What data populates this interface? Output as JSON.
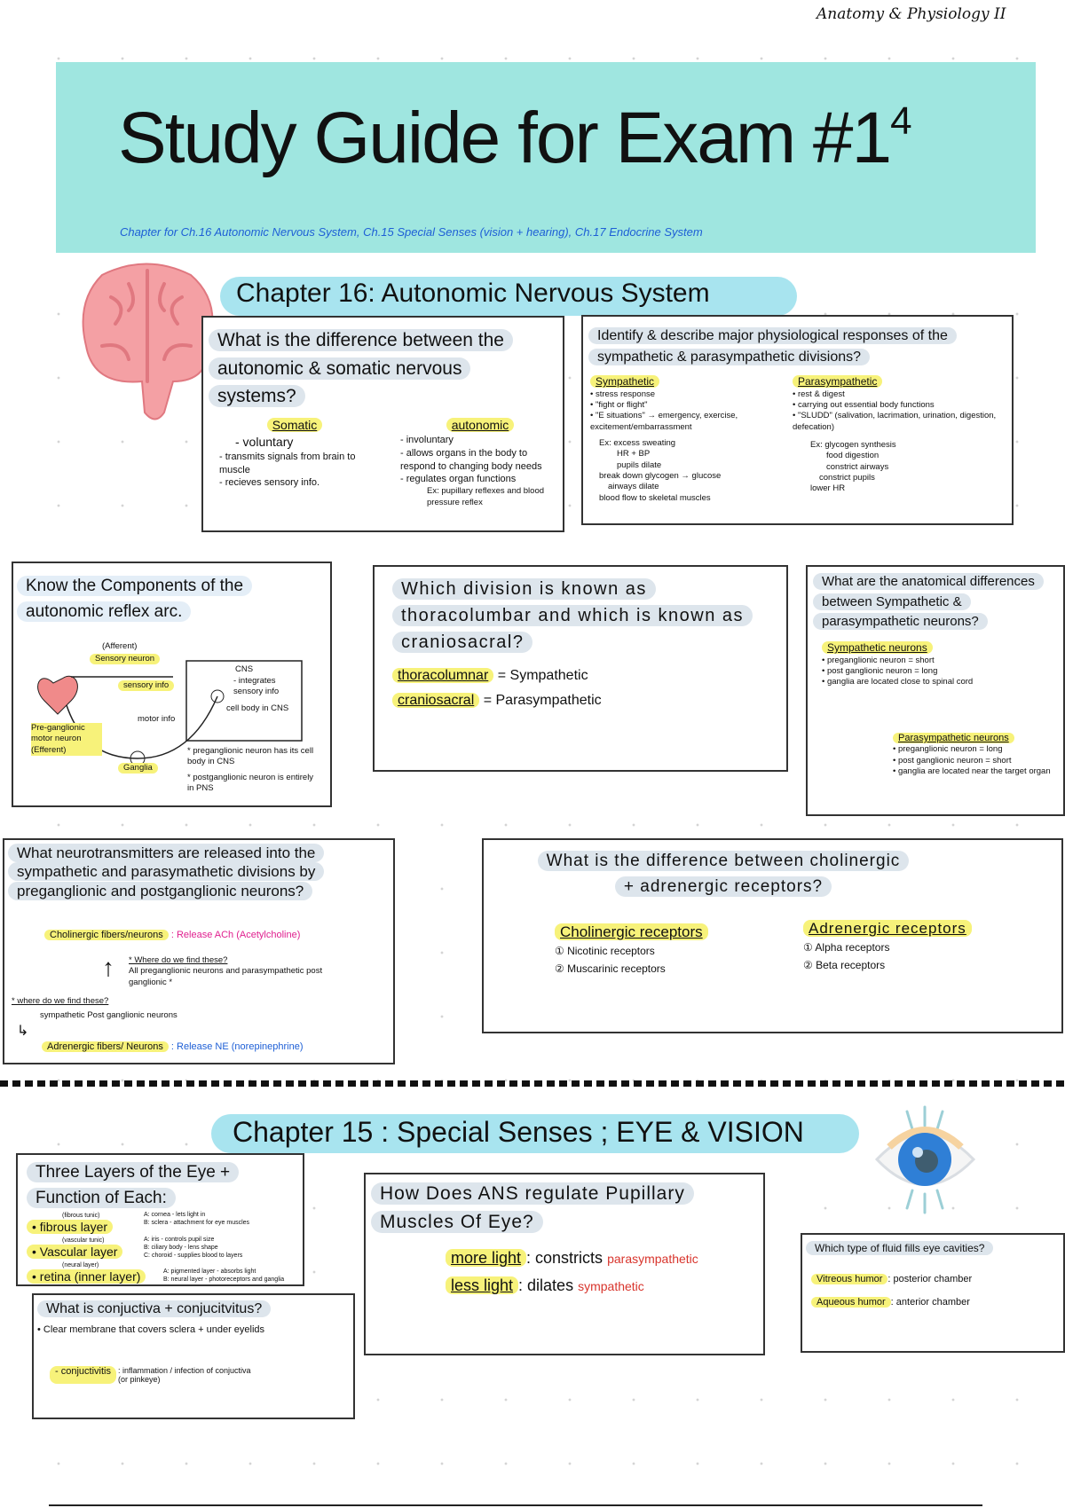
{
  "header": {
    "course": "Anatomy & Physiology II"
  },
  "title_band": {
    "title": "Study Guide for Exam #1",
    "title_number_suffix": "4",
    "subtitle": "Chapter for Ch.16 Autonomic Nervous System, Ch.15 Special Senses (vision + hearing), Ch.17 Endocrine System"
  },
  "chapter16": {
    "banner": "Chapter 16: Autonomic Nervous System",
    "somatic_vs_autonomic": {
      "question": "What is the difference between the autonomic & somatic nervous systems?",
      "somatic": {
        "heading": "Somatic",
        "points": [
          "- voluntary",
          "- transmits signals from brain to muscle",
          "- recieves sensory info."
        ]
      },
      "autonomic": {
        "heading": "autonomic",
        "points": [
          "- involuntary",
          "- allows organs in the body to respond to changing body needs",
          "- regulates organ functions",
          "Ex: pupillary reflexes and blood pressure reflex"
        ]
      }
    },
    "responses": {
      "question": "Identify & describe major physiological responses of the sympathetic & parasympathetic divisions?",
      "sympathetic": {
        "heading": "Sympathetic",
        "points": [
          "• stress response",
          "• \"fight or flight\"",
          "• \"E situations\" → emergency, exercise, excitement/embarrassment"
        ],
        "examples": [
          "Ex: excess sweating",
          "HR + BP",
          "pupils dilate",
          "break down glycogen → glucose",
          "airways dilate",
          "blood flow to skeletal muscles"
        ]
      },
      "parasympathetic": {
        "heading": "Parasympathetic",
        "points": [
          "• rest & digest",
          "• carrying out essential body functions",
          "• \"SLUDD\" (salivation, lacrimation, urination, digestion, defecation)"
        ],
        "examples": [
          "Ex: glycogen synthesis",
          "food digestion",
          "constrict airways",
          "constrict pupils",
          "lower HR"
        ]
      }
    },
    "reflex_arc": {
      "question": "Know the Components of the autonomic reflex arc.",
      "labels": {
        "afferent": "(Afferent)",
        "sensory_neuron": "Sensory neuron",
        "sensory_info": "sensory info",
        "cns": "CNS",
        "cns_note": "- integrates sensory info",
        "cell_body": "cell body in CNS",
        "motor_info": "motor info",
        "ganglia": "Ganglia",
        "efferent": "Pre-ganglionic motor neuron (Efferent)"
      },
      "notes": [
        "* preganglionic neuron has its cell body in CNS",
        "* postganglionic neuron is entirely in PNS"
      ]
    },
    "divisions": {
      "question": "Which division is known as thoracolumbar and which is known as craniosacral?",
      "answers": [
        {
          "term": "thoracolumnar",
          "value": "= Sympathetic"
        },
        {
          "term": "craniosacral",
          "value": "= Parasympathetic"
        }
      ]
    },
    "anatomical": {
      "question": "What are the anatomical differences between Sympathetic & parasympathetic neurons?",
      "sympathetic": {
        "heading": "Sympathetic neurons",
        "points": [
          "• preganglionic neuron = short",
          "• post ganglionic neuron = long",
          "• ganglia are located close to spinal cord"
        ]
      },
      "parasympathetic": {
        "heading": "Parasympathetic neurons",
        "points": [
          "• preganglionic neuron = long",
          "• post ganglionic neuron = short",
          "• ganglia are located near the target organ"
        ]
      }
    },
    "neurotransmitters": {
      "question": "What neurotransmitters are released into the sympathetic and parasymathetic divisions by preganglionic and postganglionic neurons?",
      "cholinergic": {
        "label": "Cholinergic fibers/neurons",
        "release": ": Release ACh (Acetylcholine)"
      },
      "where1": {
        "q": "* Where do we find these?",
        "a": "All preganglionic neurons and parasympathetic post ganglionic *"
      },
      "where2": {
        "q": "* where do we find these?",
        "a": "sympathetic Post ganglionic neurons"
      },
      "adrenergic": {
        "label": "Adrenergic fibers/ Neurons",
        "release": ": Release NE (norepinephrine)"
      }
    },
    "receptors": {
      "question": "What is the difference between cholinergic + adrenergic receptors?",
      "cholinergic": {
        "heading": "Cholinergic receptors",
        "items": [
          "① Nicotinic receptors",
          "② Muscarinic receptors"
        ]
      },
      "adrenergic": {
        "heading": "Adrenergic receptors",
        "items": [
          "① Alpha receptors",
          "② Beta receptors"
        ]
      }
    }
  },
  "chapter15": {
    "banner": "Chapter 15 : Special Senses ; EYE & VISION",
    "layers": {
      "question": "Three Layers of the Eye + Function of Each:",
      "items": [
        {
          "note": "(fibrous tunic)",
          "name": "• fibrous layer",
          "desc": [
            "A: cornea - lets light in",
            "B: sclera - attachment for eye muscles"
          ]
        },
        {
          "note": "(vascular tunic)",
          "name": "• Vascular layer",
          "desc": [
            "A: iris - controls pupil size",
            "B: ciliary body - lens shape",
            "C: choroid - supplies blood to layers"
          ]
        },
        {
          "note": "(neural layer)",
          "name": "• retina (inner layer)",
          "desc": [
            "A: pigmented layer - absorbs light",
            "B: neural layer - photoreceptors and ganglia"
          ]
        }
      ]
    },
    "conjunctiva": {
      "question": "What is conjuctiva + conjucitvitus?",
      "definition": "• Clear membrane that covers sclera + under eyelids",
      "term": "- conjuctivitis",
      "term_def": ": inflammation / infection of conjuctiva (or pinkeye)"
    },
    "pupillary": {
      "question": "How Does ANS regulate Pupillary Muscles Of Eye?",
      "rows": [
        {
          "term": "more light",
          "action": ": constricts",
          "division": "parasympathetic"
        },
        {
          "term": "less light",
          "action": ": dilates",
          "division": "sympathetic"
        }
      ]
    },
    "fluid": {
      "question": "Which type of fluid fills eye cavities?",
      "items": [
        {
          "term": "Vitreous humor",
          "value": ": posterior chamber"
        },
        {
          "term": "Aqueous humor",
          "value": ": anterior chamber"
        }
      ]
    }
  },
  "colors": {
    "banner": "#9fe6e0",
    "highlight": "#f7f27a",
    "question_bg": "#dde5ec",
    "blue_ink": "#1e5fd6",
    "magenta_ink": "#e0208f",
    "red_ink": "#d8342c"
  }
}
